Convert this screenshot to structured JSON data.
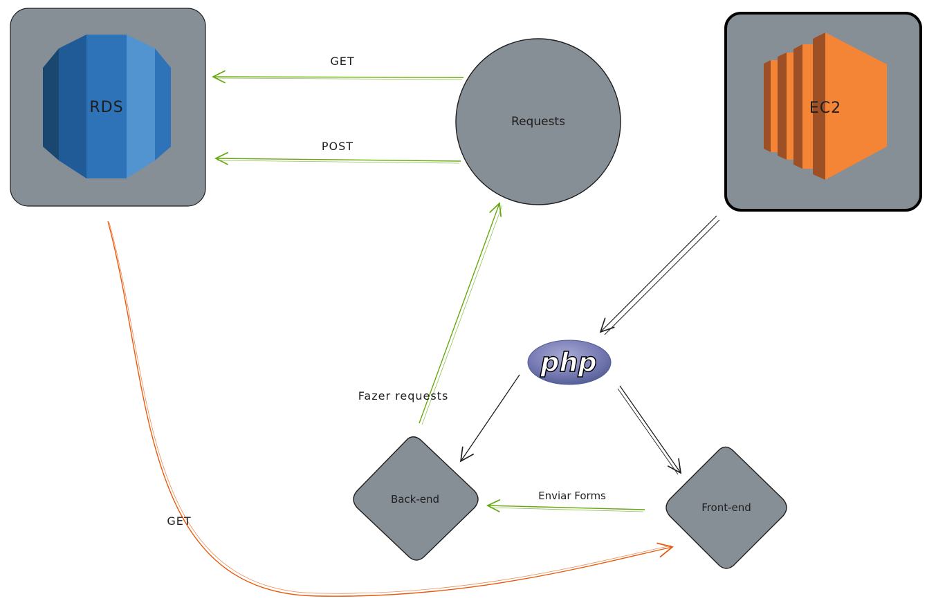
{
  "nodes": {
    "rds": {
      "label": "RDS"
    },
    "requests": {
      "label": "Requests"
    },
    "ec2": {
      "label": "EC2"
    },
    "php": {
      "label": "php"
    },
    "backend": {
      "label": "Back-end"
    },
    "frontend": {
      "label": "Front-end"
    }
  },
  "edges": {
    "requests_to_rds_get": {
      "label": "GET"
    },
    "requests_to_rds_post": {
      "label": "POST"
    },
    "backend_to_requests": {
      "label": "Fazer requests"
    },
    "frontend_to_backend": {
      "label": "Enviar Forms"
    },
    "rds_to_frontend": {
      "label": "GET"
    }
  },
  "colors": {
    "node_fill": "#868e96",
    "stroke": "#1e1e1e",
    "green": "#66a80f",
    "orange": "#e8590c",
    "rds_blue_dark": "#1a476f",
    "rds_blue": "#2e73b8",
    "rds_blue_light": "#5294cf",
    "ec2_orange": "#f58536",
    "ec2_orange_dark": "#9d5025",
    "php_purple": "#777bb3"
  }
}
